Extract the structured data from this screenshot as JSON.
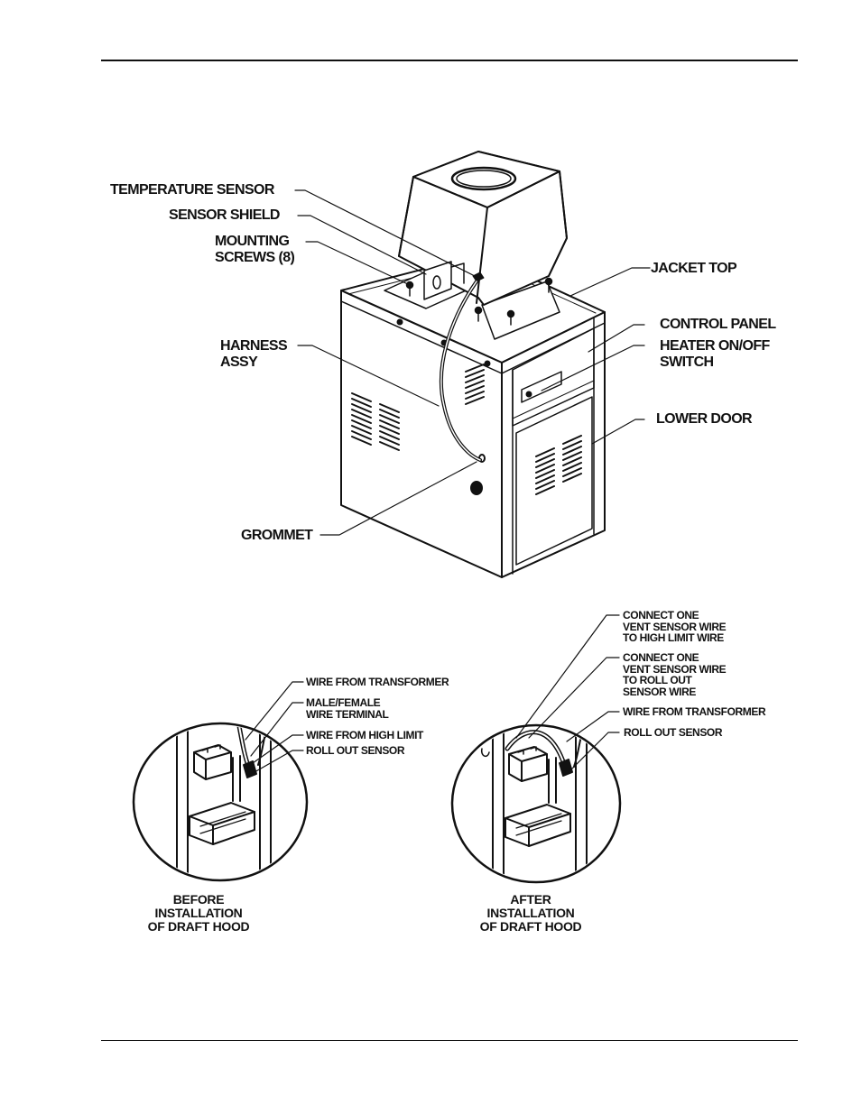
{
  "main_labels": {
    "temperature_sensor": "TEMPERATURE SENSOR",
    "sensor_shield": "SENSOR SHIELD",
    "mounting_screws": "MOUNTING\nSCREWS (8)",
    "harness_assy": "HARNESS\nASSY",
    "grommet": "GROMMET",
    "jacket_top": "JACKET TOP",
    "control_panel": "CONTROL PANEL",
    "heater_switch": "HEATER ON/OFF\nSWITCH",
    "lower_door": "LOWER DOOR"
  },
  "before_labels": {
    "wire_transformer": "WIRE FROM TRANSFORMER",
    "male_female": "MALE/FEMALE\nWIRE TERMINAL",
    "wire_high_limit": "WIRE FROM HIGH LIMIT",
    "roll_out": "ROLL OUT SENSOR",
    "caption": "BEFORE\nINSTALLATION\nOF DRAFT HOOD"
  },
  "after_labels": {
    "connect_high_limit": "CONNECT ONE\nVENT SENSOR WIRE\nTO HIGH LIMIT WIRE",
    "connect_roll_out": "CONNECT ONE\nVENT SENSOR WIRE\nTO ROLL OUT\nSENSOR WIRE",
    "wire_transformer": "WIRE FROM TRANSFORMER",
    "roll_out": "ROLL OUT SENSOR",
    "caption": "AFTER\nINSTALLATION\nOF DRAFT HOOD"
  }
}
